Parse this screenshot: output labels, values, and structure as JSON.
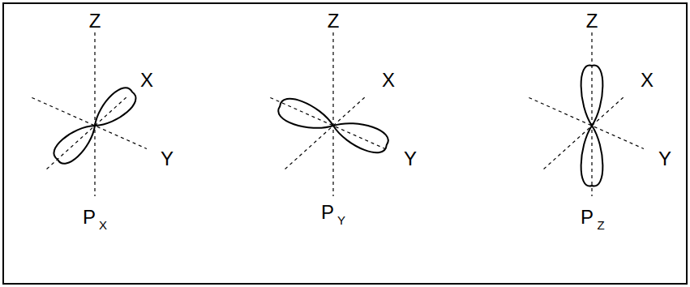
{
  "diagram": {
    "labels": [
      "Z",
      "X",
      "Y",
      "P",
      "X",
      "Z",
      "X",
      "Y",
      "P",
      "Y",
      "Z",
      "X",
      "Y",
      "P",
      "Z"
    ]
  }
}
